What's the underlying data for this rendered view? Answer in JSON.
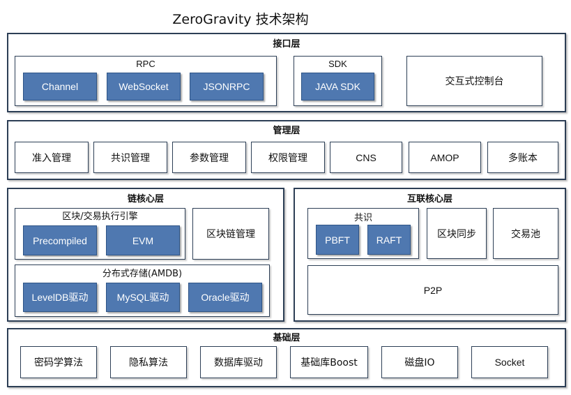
{
  "title": "ZeroGravity 技术架构",
  "interface_layer": {
    "label": "接口层",
    "rpc": {
      "label": "RPC",
      "items": [
        "Channel",
        "WebSocket",
        "JSONRPC"
      ]
    },
    "sdk": {
      "label": "SDK",
      "items": [
        "JAVA SDK"
      ]
    },
    "console": "交互式控制台"
  },
  "management_layer": {
    "label": "管理层",
    "items": [
      "准入管理",
      "共识管理",
      "参数管理",
      "权限管理",
      "CNS",
      "AMOP",
      "多账本"
    ]
  },
  "chain_core_layer": {
    "label": "链核心层",
    "engine": {
      "label": "区块/交易执行引擎",
      "items": [
        "Precompiled",
        "EVM"
      ]
    },
    "chain_management": "区块链管理",
    "storage": {
      "label": "分布式存储(AMDB)",
      "items": [
        "LevelDB驱动",
        "MySQL驱动",
        "Oracle驱动"
      ]
    }
  },
  "interconnect_core_layer": {
    "label": "互联核心层",
    "consensus": {
      "label": "共识",
      "items": [
        "PBFT",
        "RAFT"
      ]
    },
    "block_sync": "区块同步",
    "tx_pool": "交易池",
    "p2p": "P2P"
  },
  "base_layer": {
    "label": "基础层",
    "items": [
      "密码学算法",
      "隐私算法",
      "数据库驱动",
      "基础库Boost",
      "磁盘IO",
      "Socket"
    ]
  }
}
